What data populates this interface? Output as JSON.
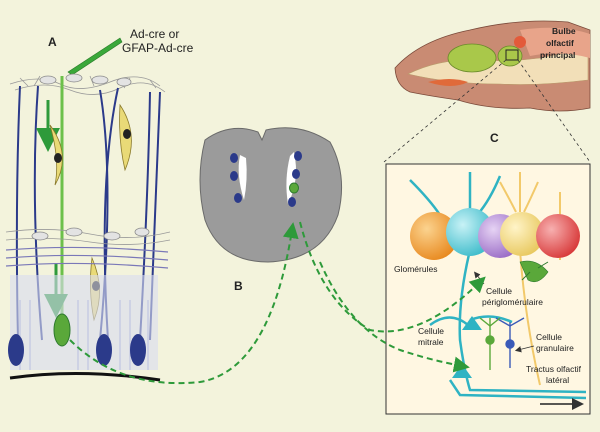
{
  "panels": {
    "a": {
      "letter": "A",
      "injection_line1": "Ad-cre or",
      "injection_line2": "GFAP-Ad-cre"
    },
    "b": {
      "letter": "B"
    },
    "c": {
      "letter": "C",
      "olfactory_bulb_line1": "Bulbe",
      "olfactory_bulb_line2": "olfactif",
      "olfactory_bulb_line3": "principal",
      "glomeruli": "Glomérules",
      "periglomerular_line1": "Cellule",
      "periglomerular_line2": "périglomérulaire",
      "mitral_line1": "Cellule",
      "mitral_line2": "mitrale",
      "granule_line1": "Cellule",
      "granule_line2": "granulaire",
      "lot_line1": "Tractus olfactif",
      "lot_line2": "latéral"
    }
  },
  "colors": {
    "background": "#f3f3dc",
    "neuroblast_green": "#5aa83a",
    "migration_arrow": "#2e9a3a",
    "radial_glia": "#2b3a8a",
    "bipolar_cell": "#e9da77",
    "brain_section": "#9b9b9b",
    "mitral_cell": "#2fb3c3",
    "glomerulus_orange": "#f0a63a",
    "glomerulus_cyan": "#6fd3df",
    "glomerulus_purple": "#b58bd8",
    "glomerulus_yellow": "#f2dc83",
    "glomerulus_red": "#e65a5a"
  }
}
